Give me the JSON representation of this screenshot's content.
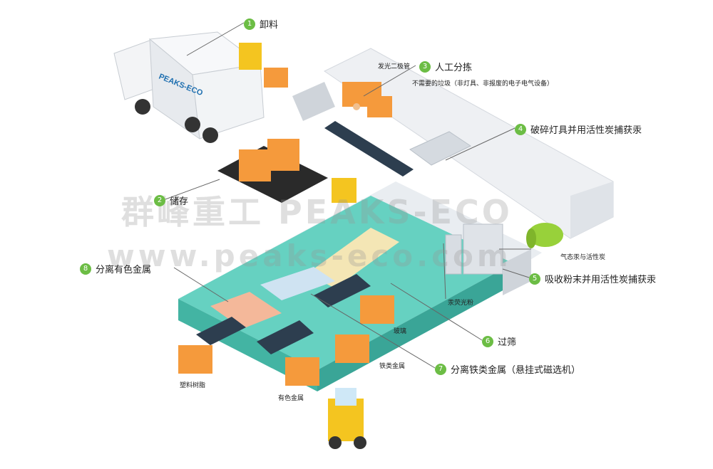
{
  "steps": [
    {
      "num": "1",
      "label": "卸料"
    },
    {
      "num": "2",
      "label": "储存"
    },
    {
      "num": "3",
      "label": "人工分拣"
    },
    {
      "num": "4",
      "label": "破碎灯具并用活性炭捕获汞"
    },
    {
      "num": "5",
      "label": "吸收粉末并用活性炭捕获汞"
    },
    {
      "num": "6",
      "label": "过筛"
    },
    {
      "num": "7",
      "label": "分离铁类金属（悬挂式磁选机）"
    },
    {
      "num": "8",
      "label": "分离有色金属"
    }
  ],
  "labels": {
    "led": "发光二极管",
    "unneeded": "不需要的垃圾（非灯具、非报废的电子电气设备）",
    "mercury_gas": "气态汞与活性炭",
    "phosphor": "汞荧光粉",
    "glass": "玻璃",
    "ferrous": "铁类金属",
    "plastic": "塑料树脂",
    "nonferrous": "有色金属"
  },
  "brand": {
    "logo": "PEAKS-ECO",
    "logo_cn": "群峰重工"
  },
  "watermark": {
    "line1": "群峰重工 PEAKS-ECO",
    "line2": "www.peaks-eco.com"
  },
  "colors": {
    "accent": "#6cbd45",
    "conveyor_teal": "#5fd3c3",
    "crate": "#f59a3c",
    "machine": "#e8ebf0"
  }
}
